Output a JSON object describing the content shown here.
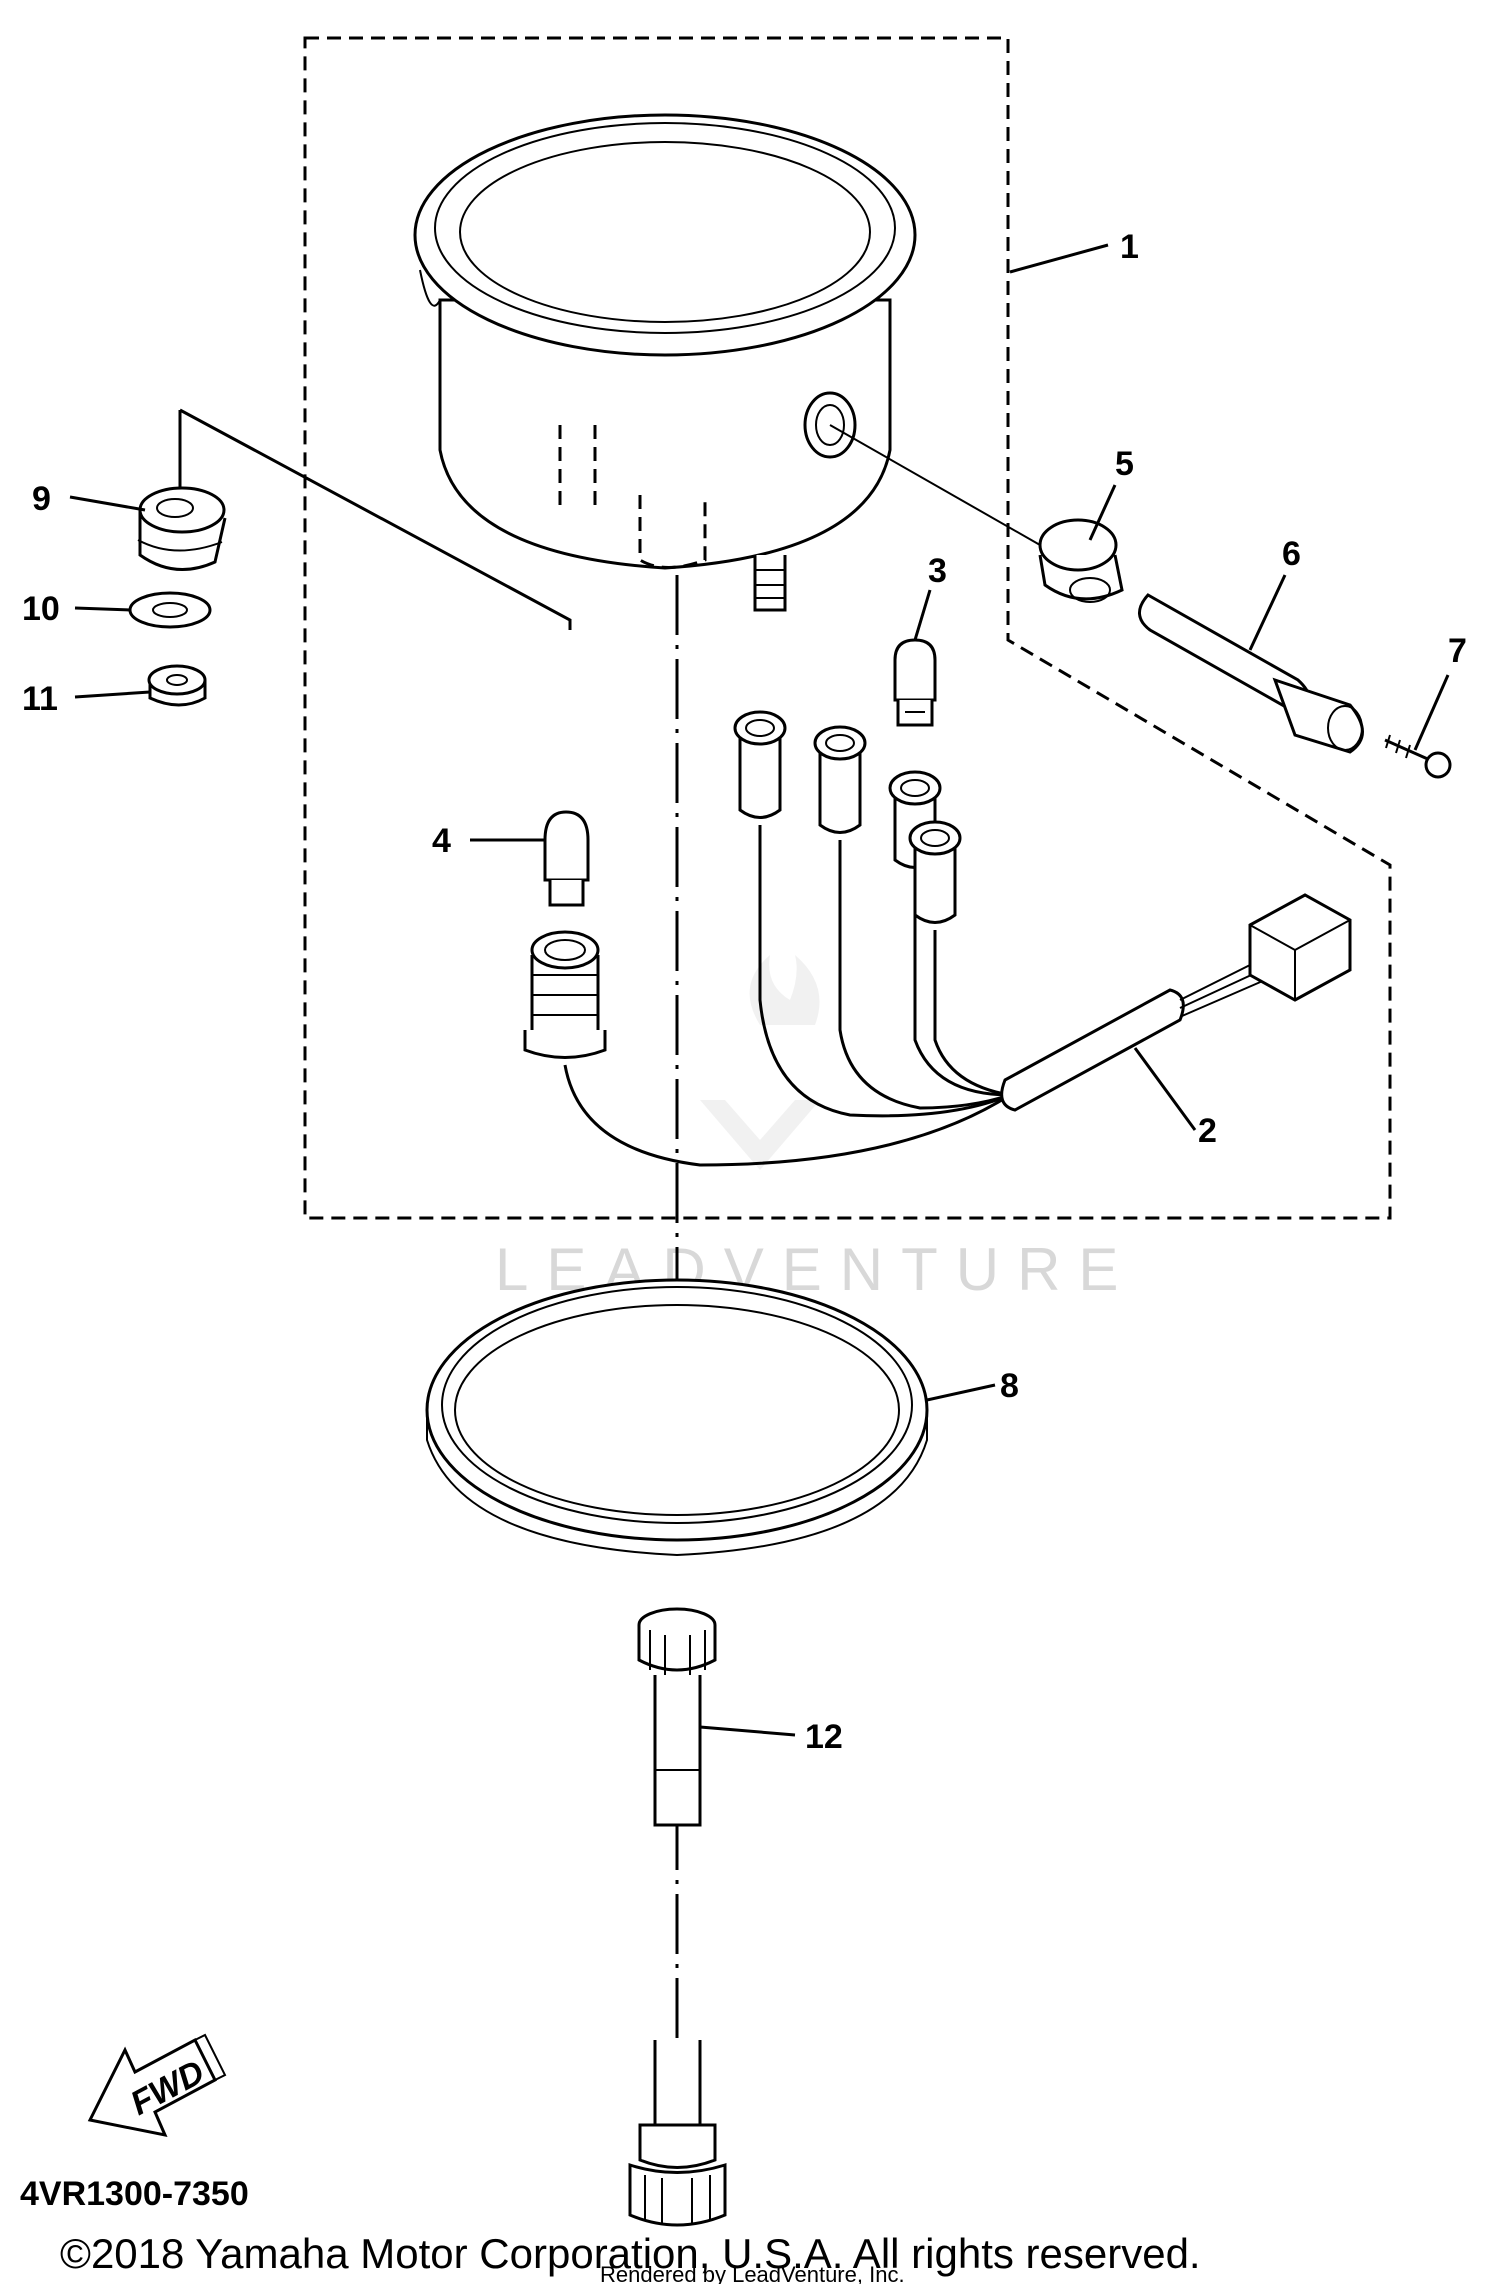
{
  "callouts": {
    "p1": "1",
    "p2": "2",
    "p3": "3",
    "p4": "4",
    "p5": "5",
    "p6": "6",
    "p7": "7",
    "p8": "8",
    "p9": "9",
    "p10": "10",
    "p11": "11",
    "p12": "12"
  },
  "fwd_label": "FWD",
  "diagram_code": "4VR1300-7350",
  "copyright": "©2018 Yamaha Motor Corporation, U.S.A. All rights reserved.",
  "rendered_by": "Rendered by LeadVenture, Inc.",
  "watermark": "LEADVENTURE"
}
